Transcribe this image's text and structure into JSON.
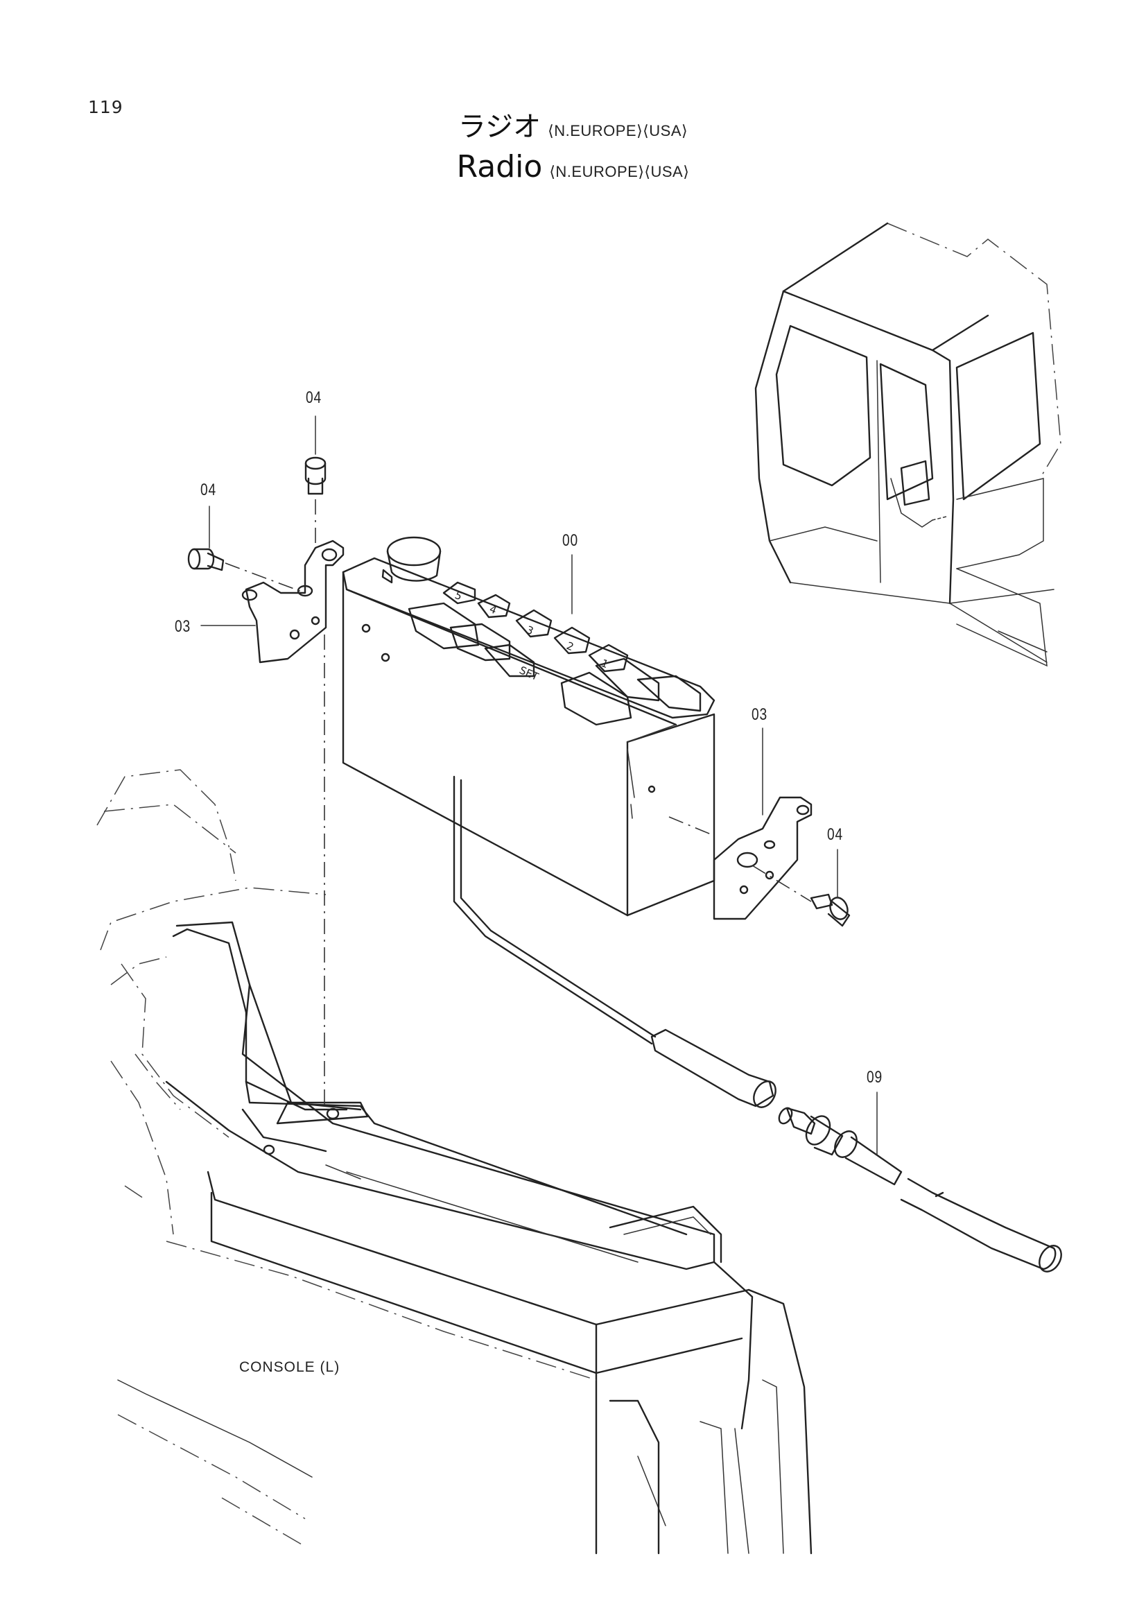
{
  "page": {
    "number": "119",
    "title_ja": "ラジオ",
    "title_en": "Radio",
    "region_ja": "⟨N.EUROPE⟩⟨USA⟩",
    "region_en": "⟨N.EUROPE⟩⟨USA⟩"
  },
  "callouts": [
    {
      "id": "part-04-top",
      "label": "04"
    },
    {
      "id": "part-04-left",
      "label": "04"
    },
    {
      "id": "part-03-left",
      "label": "03"
    },
    {
      "id": "part-00",
      "label": "00"
    },
    {
      "id": "part-03-right",
      "label": "03"
    },
    {
      "id": "part-04-right",
      "label": "04"
    },
    {
      "id": "part-09",
      "label": "09"
    }
  ],
  "radio_keys": [
    "5",
    "4",
    "3",
    "2",
    "1",
    "SET"
  ],
  "labels": {
    "console": "CONSOLE (L)"
  }
}
